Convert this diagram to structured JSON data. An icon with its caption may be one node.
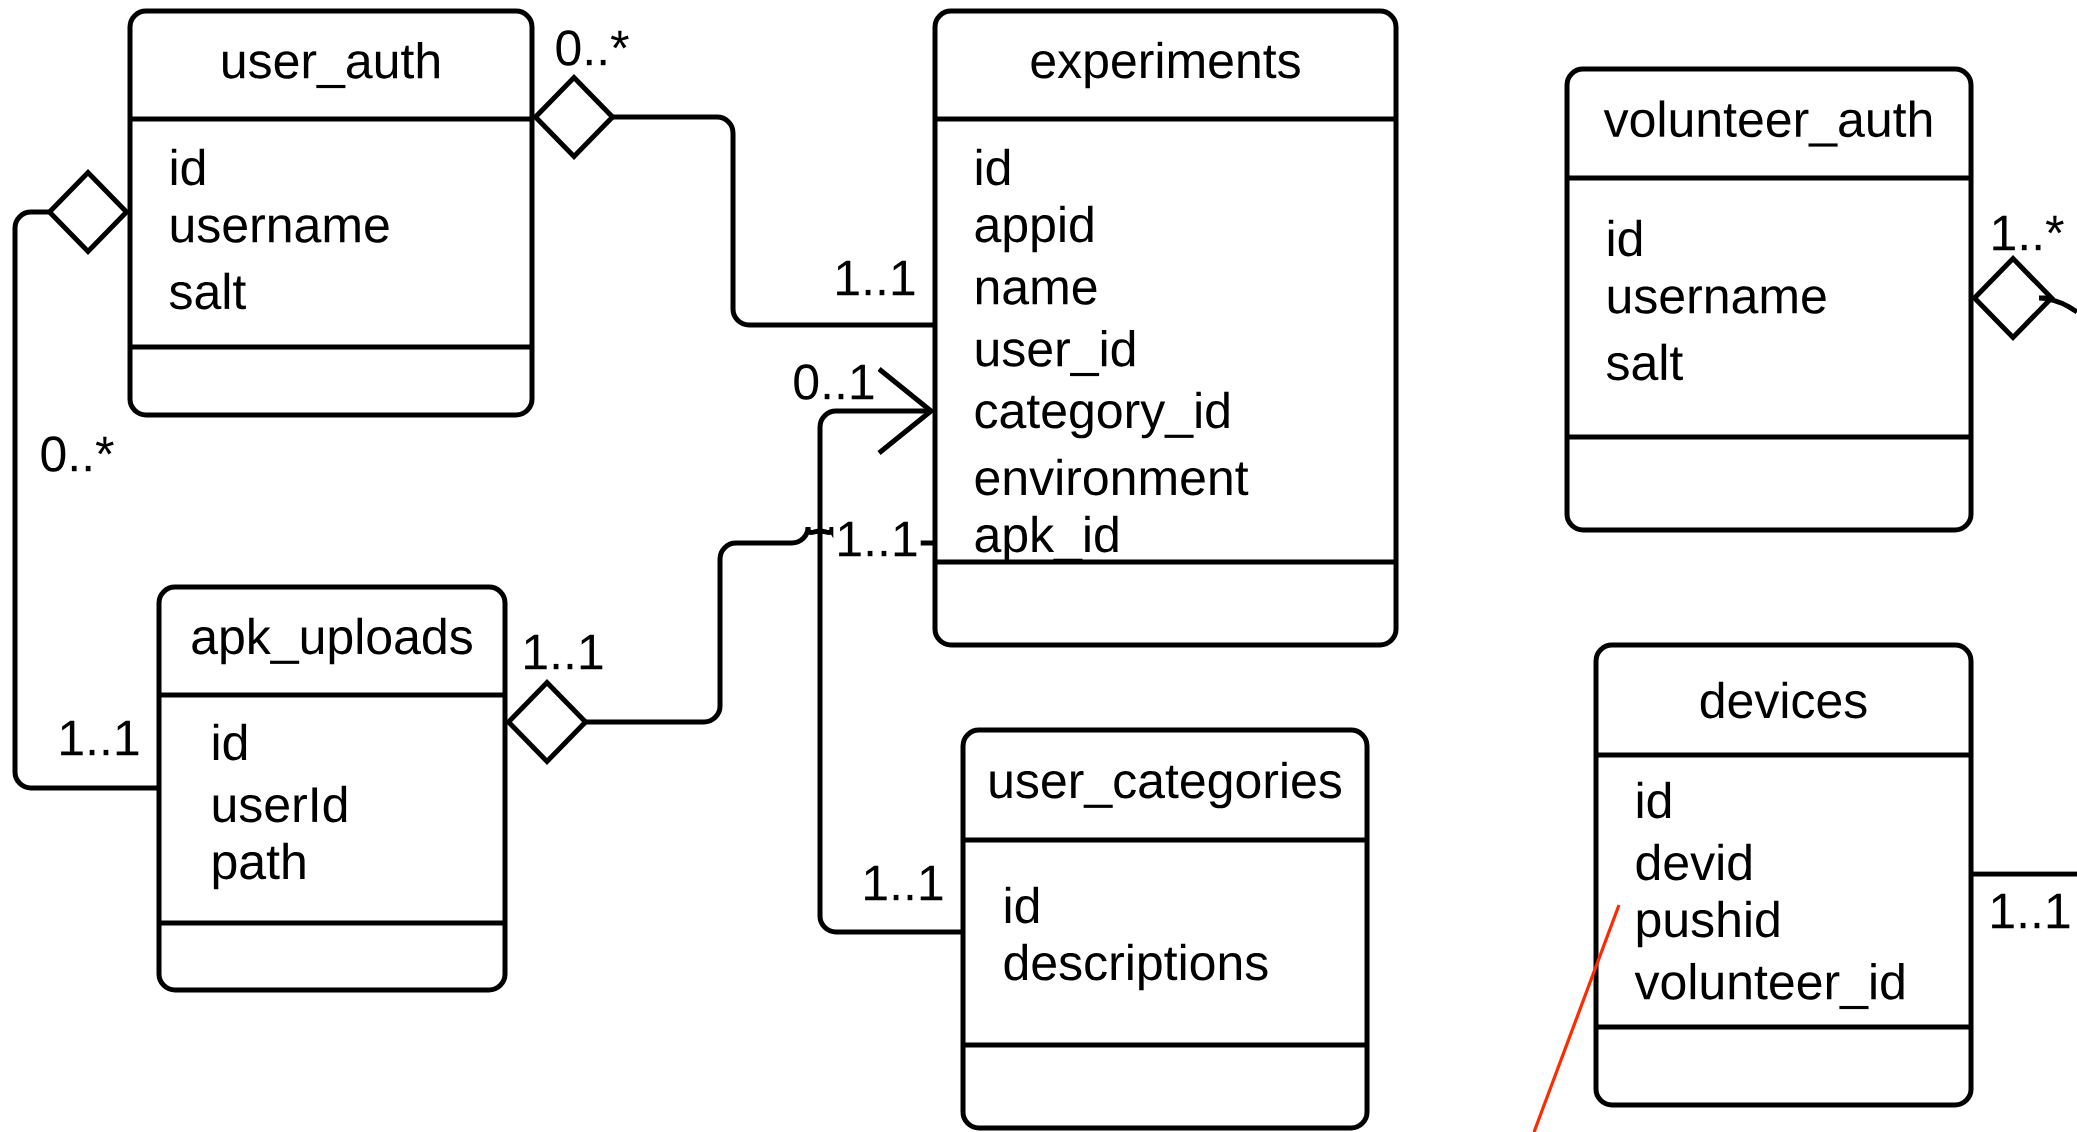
{
  "diagram": {
    "nodes": [
      {
        "text": [
          "user_auth",
          "id",
          "username",
          "salt"
        ]
      },
      {
        "text": [
          "experiments",
          "id",
          "appid",
          "name",
          "user_id",
          "category_id",
          "environment",
          "apk_id"
        ]
      },
      {
        "text": [
          "volunteer_auth",
          "id",
          "username",
          "salt"
        ]
      },
      {
        "text": [
          "apk_uploads",
          "id",
          "userId",
          "path"
        ]
      },
      {
        "text": [
          "user_categories",
          "id",
          "descriptions"
        ]
      },
      {
        "text": [
          "devices",
          "id",
          "devid",
          "pushid",
          "volunteer_id"
        ]
      }
    ],
    "edges": [
      {
        "from": 0,
        "to": 1,
        "arrow": "other"
      },
      {
        "from": 0,
        "to": 3,
        "arrow": "other"
      },
      {
        "from": 3,
        "to": 1,
        "arrow": "other"
      },
      {
        "from": 4,
        "to": 1,
        "arrow": "to"
      },
      {
        "from": 2,
        "to": null,
        "arrow": "other"
      },
      {
        "from": 5,
        "to": null,
        "arrow": "none"
      }
    ],
    "labels": [
      "0..*",
      "1..*",
      "1..1",
      "0..1",
      "0..*",
      "1..1",
      "1..1",
      "1..1",
      "1..1",
      "1..1"
    ]
  }
}
